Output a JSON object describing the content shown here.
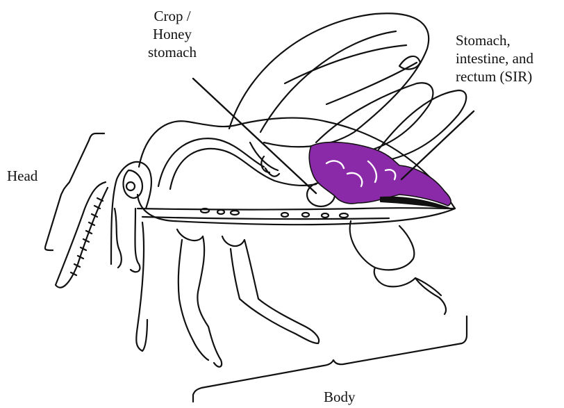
{
  "labels": {
    "crop": [
      "Crop /",
      "Honey",
      "stomach"
    ],
    "sir": [
      "Stomach,",
      "intestine, and",
      "rectum (SIR)"
    ],
    "head": "Head",
    "body": "Body"
  },
  "colors": {
    "outline": "#111111",
    "digestive_highlight": "#8a2aa8",
    "background": "#ffffff"
  }
}
